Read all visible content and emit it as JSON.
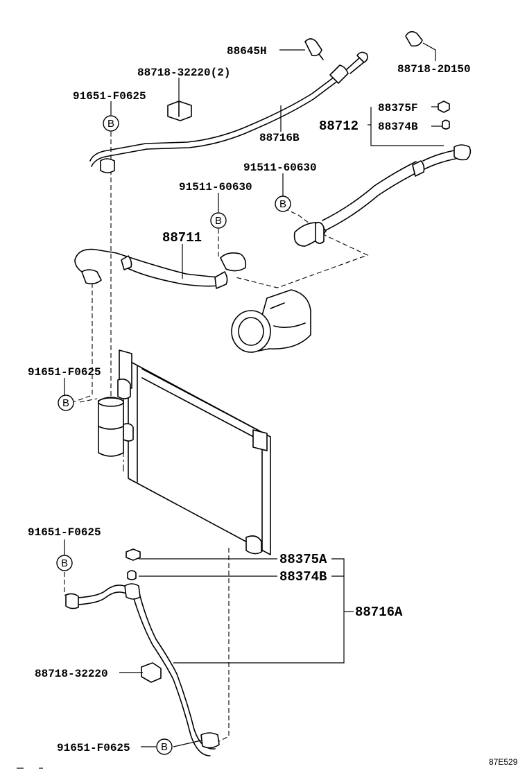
{
  "diagram": {
    "labels": {
      "p88645H": "88645H",
      "p88718_2D150": "88718-2D150",
      "p88718_32220_2": "88718-32220(2)",
      "p91651_F0625_top": "91651-F0625",
      "p88716B": "88716B",
      "p88375F": "88375F",
      "p88712": "88712",
      "p88374B_top": "88374B",
      "p91511_60630_right": "91511-60630",
      "p91511_60630_left": "91511-60630",
      "p88711": "88711",
      "p91651_F0625_mid": "91651-F0625",
      "p91651_F0625_low": "91651-F0625",
      "p88375A": "88375A",
      "p88374B_low": "88374B",
      "p88716A": "88716A",
      "p88718_32220": "88718-32220",
      "p91651_F0625_bottom": "91651-F0625",
      "figure_code": "87E529"
    },
    "callout_letter": "B"
  }
}
